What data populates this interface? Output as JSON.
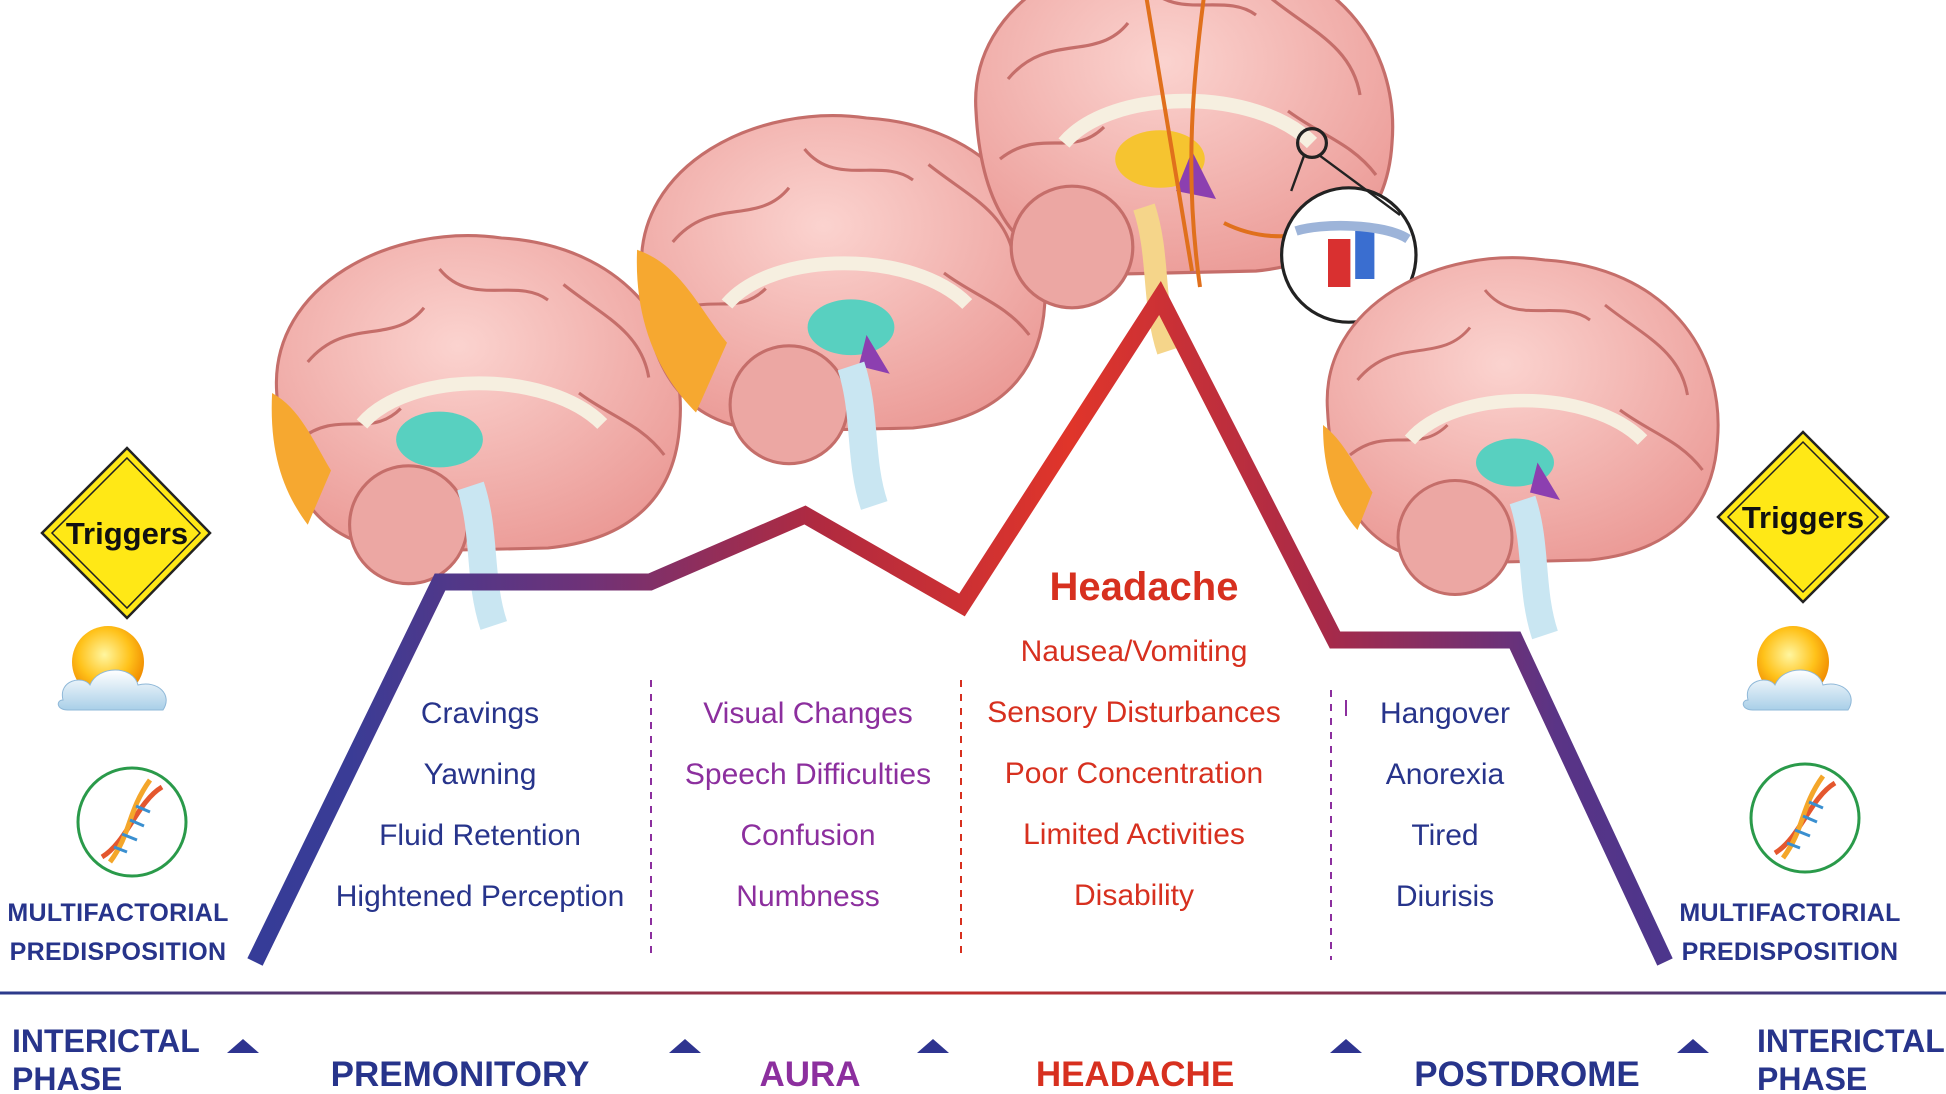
{
  "colors": {
    "premonitory": "#2e3490",
    "aura": "#8c2f9e",
    "headache": "#d7301f",
    "postdrome": "#2e3490",
    "base_line": "#2a3a8c",
    "trigger_fill": "#ffe816"
  },
  "icons": [
    "diamond-sign-icon",
    "sun-cloud-icon",
    "dna-icon",
    "brain-icon",
    "phase-marker-icon",
    "magnifier-inset-icon"
  ],
  "triggers_label": "Triggers",
  "predisposition": {
    "line1": "MULTIFACTORIAL",
    "line2": "PREDISPOSITION"
  },
  "interictal": {
    "line1": "INTERICTAL",
    "line2": "PHASE"
  },
  "headache_title": "Headache",
  "phases": [
    {
      "id": "premonitory",
      "label": "PREMONITORY",
      "color": "#27348b",
      "symptoms": [
        "Cravings",
        "Yawning",
        "Fluid Retention",
        "Hightened Perception"
      ]
    },
    {
      "id": "aura",
      "label": "AURA",
      "color": "#8c2f9e",
      "symptoms": [
        "Visual Changes",
        "Speech Difficulties",
        "Confusion",
        "Numbness"
      ]
    },
    {
      "id": "headache",
      "label": "HEADACHE",
      "color": "#d7301f",
      "symptoms": [
        "Nausea/Vomiting",
        "Sensory Disturbances",
        "Poor Concentration",
        "Limited Activities",
        "Disability"
      ]
    },
    {
      "id": "postdrome",
      "label": "POSTDROME",
      "color": "#27348b",
      "symptoms": [
        "Hangover",
        "Anorexia",
        "Tired",
        "Diurisis"
      ]
    }
  ]
}
